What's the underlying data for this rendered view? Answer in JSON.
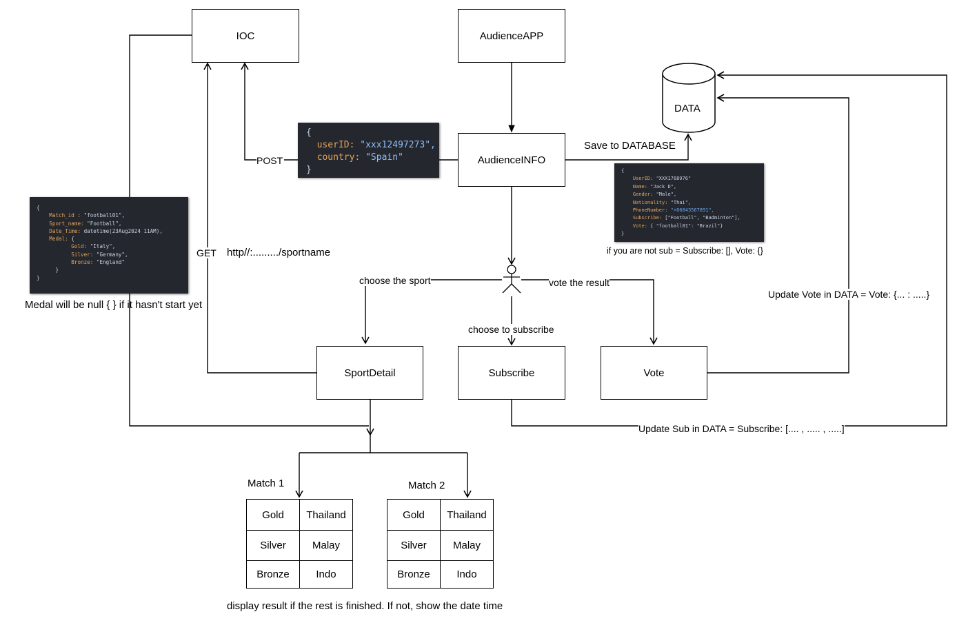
{
  "nodes": {
    "ioc": "IOC",
    "audience_app": "AudienceAPP",
    "data_db": "DATA",
    "audience_info": "AudienceINFO",
    "sport_detail": "SportDetail",
    "subscribe": "Subscribe",
    "vote": "Vote"
  },
  "edge_labels": {
    "post": "POST",
    "get": "GET",
    "endpoint": "http//:........./sportname",
    "save_to_db": "Save to DATABASE",
    "choose_sport": "choose the sport",
    "vote_result": "vote the result",
    "choose_subscribe": "choose to subscribe",
    "update_vote": "Update Vote in DATA = Vote: {... : .....}",
    "update_sub": "Update Sub in DATA = Subscribe: [.... , ..... , .....]"
  },
  "notes": {
    "medal_null": "Medal will be null { } if it hasn't start yet",
    "not_sub": "if you are not sub = Subscribe: [], Vote: {}",
    "display_result": "display result if the rest is finished. If not, show the date time"
  },
  "matches": [
    {
      "title": "Match 1",
      "rows": [
        {
          "medal": "Gold",
          "country": "Thailand"
        },
        {
          "medal": "Silver",
          "country": "Malay"
        },
        {
          "medal": "Bronze",
          "country": "Indo"
        }
      ]
    },
    {
      "title": "Match 2",
      "rows": [
        {
          "medal": "Gold",
          "country": "Thailand"
        },
        {
          "medal": "Silver",
          "country": "Malay"
        },
        {
          "medal": "Bronze",
          "country": "Indo"
        }
      ]
    }
  ],
  "code_post": {
    "open": "{",
    "userID_key": "userID:",
    "userID_val": "\"xxx12497273\",",
    "country_key": "country:",
    "country_val": "\"Spain\"",
    "close": "}"
  },
  "code_sport": {
    "open": "{",
    "match_key": "Match_id :",
    "match_val": "\"football01\",",
    "sport_key": "Sport_name:",
    "sport_val": "\"Football\",",
    "date_key": "Date_Time:",
    "date_val": "datetime(23Aug2024 11AM),",
    "medal_key": "Medal:",
    "medal_open": "{",
    "gold_key": "Gold:",
    "gold_val": "\"Italy\",",
    "silver_key": "Silver:",
    "silver_val": "\"Germany\",",
    "bronze_key": "Bronze:",
    "bronze_val": "\"England\"",
    "medal_close": "}",
    "close": "}"
  },
  "code_user": {
    "open": "{",
    "userid_key": "UserID:",
    "userid_val": "\"XXX1768976\"",
    "name_key": "Name:",
    "name_val": "\"Jack D\",",
    "gender_key": "Gender:",
    "gender_val": "\"Male\",",
    "nat_key": "Nationality:",
    "nat_val": "\"Thai\",",
    "phone_key": "PhoneNumber:",
    "phone_val": "\"+66843567891\",",
    "sub_key": "Subscribe:",
    "sub_val": "[\"Football\", \"Badminton\"],",
    "vote_key": "Vote:",
    "vote_val": "{ \"football01\": \"Brazil\"}",
    "close": "}"
  }
}
